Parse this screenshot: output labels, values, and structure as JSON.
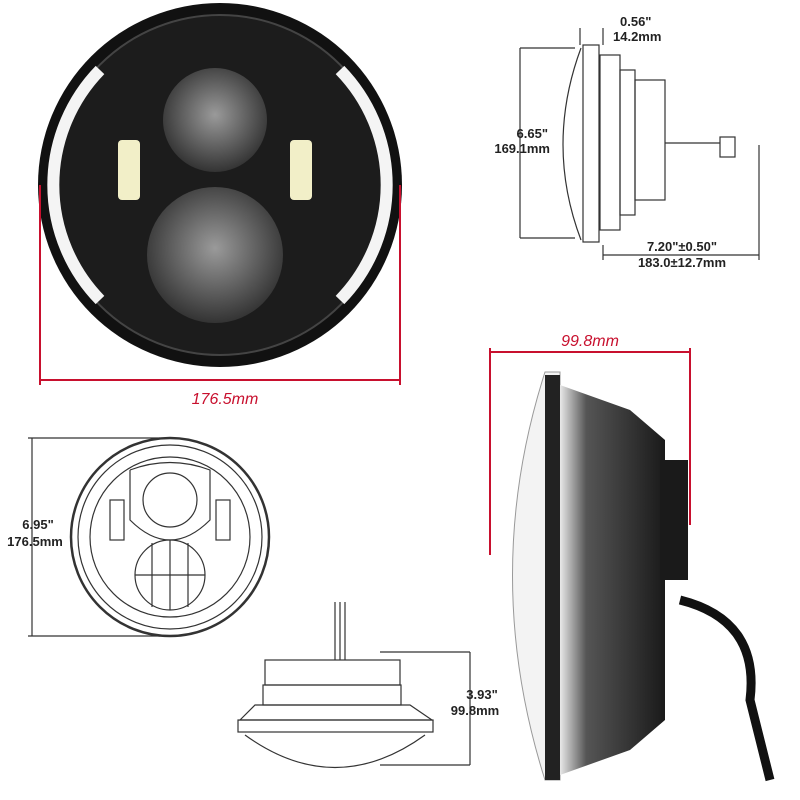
{
  "front_photo": {
    "width_label": "176.5mm"
  },
  "side_drawing": {
    "flange_in": "0.56\"",
    "flange_mm": "14.2mm",
    "height_in": "6.65\"",
    "height_mm": "169.1mm",
    "length_in": "7.20\"±0.50\"",
    "length_mm": "183.0±12.7mm"
  },
  "side_photo": {
    "depth_label": "99.8mm"
  },
  "front_drawing": {
    "diameter_in": "6.95\"",
    "diameter_mm": "176.5mm"
  },
  "top_drawing": {
    "depth_in": "3.93\"",
    "depth_mm": "99.8mm"
  },
  "colors": {
    "accent": "#c8102e",
    "lamp": "#111111"
  }
}
